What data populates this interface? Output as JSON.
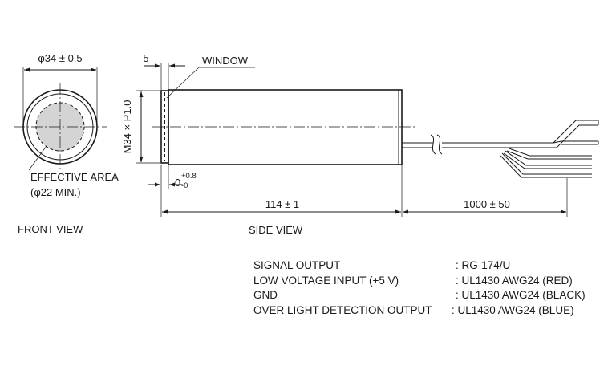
{
  "front_view": {
    "diameter_label": "φ34 ± 0.5",
    "effective_area_label": "EFFECTIVE AREA",
    "effective_area_dim": "(φ22 MIN.)",
    "caption": "FRONT VIEW"
  },
  "side_view": {
    "window_label": "WINDOW",
    "window_thickness": "5",
    "thread_label": "M34 × P1.0",
    "offset_base": "0",
    "offset_plus": "+0.8",
    "offset_minus": "-0",
    "length_label": "114 ± 1",
    "cable_length_label": "1000 ± 50",
    "caption": "SIDE VIEW"
  },
  "specs": [
    {
      "name": "SIGNAL OUTPUT",
      "value": ": RG-174/U"
    },
    {
      "name": "LOW VOLTAGE INPUT (+5 V)",
      "value": ": UL1430 AWG24 (RED)"
    },
    {
      "name": "GND",
      "value": ": UL1430 AWG24 (BLACK)"
    },
    {
      "name": "OVER LIGHT DETECTION OUTPUT",
      "value": ": UL1430 AWG24 (BLUE)"
    }
  ]
}
